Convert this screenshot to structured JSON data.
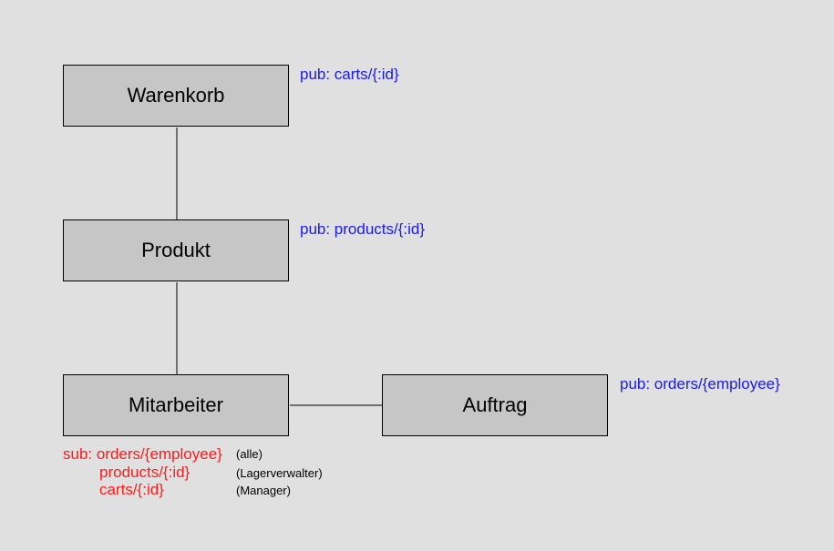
{
  "nodes": {
    "warenkorb": "Warenkorb",
    "produkt": "Produkt",
    "mitarbeiter": "Mitarbeiter",
    "auftrag": "Auftrag"
  },
  "publications": {
    "warenkorb": "pub: carts/{:id}",
    "produkt": "pub: products/{:id}",
    "auftrag": "pub: orders/{employee}"
  },
  "subscriptions": {
    "prefix": "sub: ",
    "items": [
      {
        "topic": "orders/{employee}",
        "note": "(alle)"
      },
      {
        "topic": "products/{:id}",
        "note": "(Lagerverwalter)"
      },
      {
        "topic": "carts/{:id}",
        "note": "(Manager)"
      }
    ]
  },
  "colors": {
    "background": "#e0e0e0",
    "node_fill": "#c6c6c6",
    "pub_text": "#1a1aee",
    "sub_text": "#ff1a1a"
  }
}
